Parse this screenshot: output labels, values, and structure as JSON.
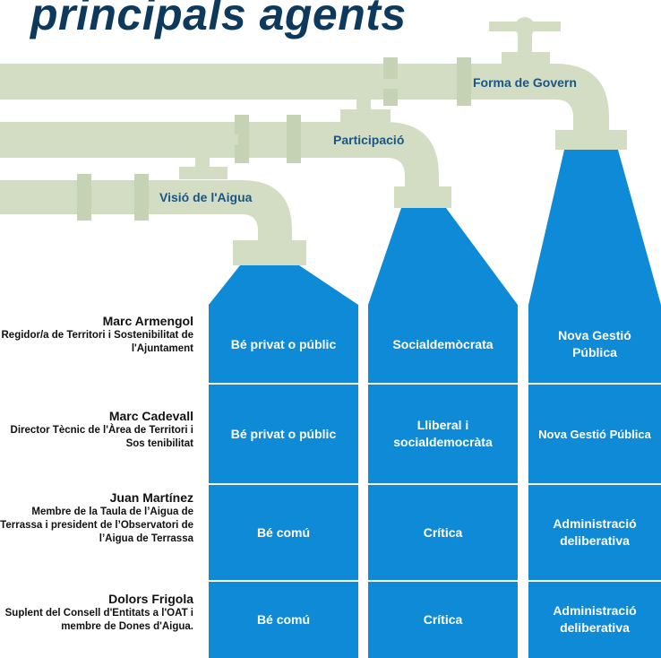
{
  "title": "principals agents",
  "pipes": [
    {
      "label": "Visió de l'Aigua"
    },
    {
      "label": "Participació"
    },
    {
      "label": "Forma de Govern"
    }
  ],
  "rows": [
    {
      "name": "Marc Armengol",
      "role": "Regidor/a de Territori i Sostenibilitat de l'Ajuntament",
      "cells": [
        "Bé privat o públic",
        "Socialdemòcrata",
        "Nova Gestió Pública"
      ]
    },
    {
      "name": "Marc Cadevall",
      "role": "Director Tècnic de l'Àrea de Territori i Sos tenibilitat",
      "cells": [
        "Bé privat o públic",
        "Lliberal i socialdemocràta",
        "Nova Gestió Pública"
      ]
    },
    {
      "name": "Juan Martínez",
      "role": "Membre de la Taula de l’Aigua de Terrassa i president de l’Observatori de l’Aigua de Terrassa",
      "cells": [
        "Bé comú",
        "Crítica",
        "Administració deliberativa"
      ]
    },
    {
      "name": "Dolors Frigola",
      "role": "Suplent del Consell d'Entitats a l'OAT i membre de Dones d'Aigua.",
      "cells": [
        "Bé comú",
        "Crítica",
        "Administració deliberativa"
      ]
    }
  ],
  "colors": {
    "pipe": "#d3ddc3",
    "pipe_dark": "#b9c8a6",
    "water": "#0f8ad6",
    "title": "#0d3a5c",
    "pipe_label": "#1b5583"
  }
}
